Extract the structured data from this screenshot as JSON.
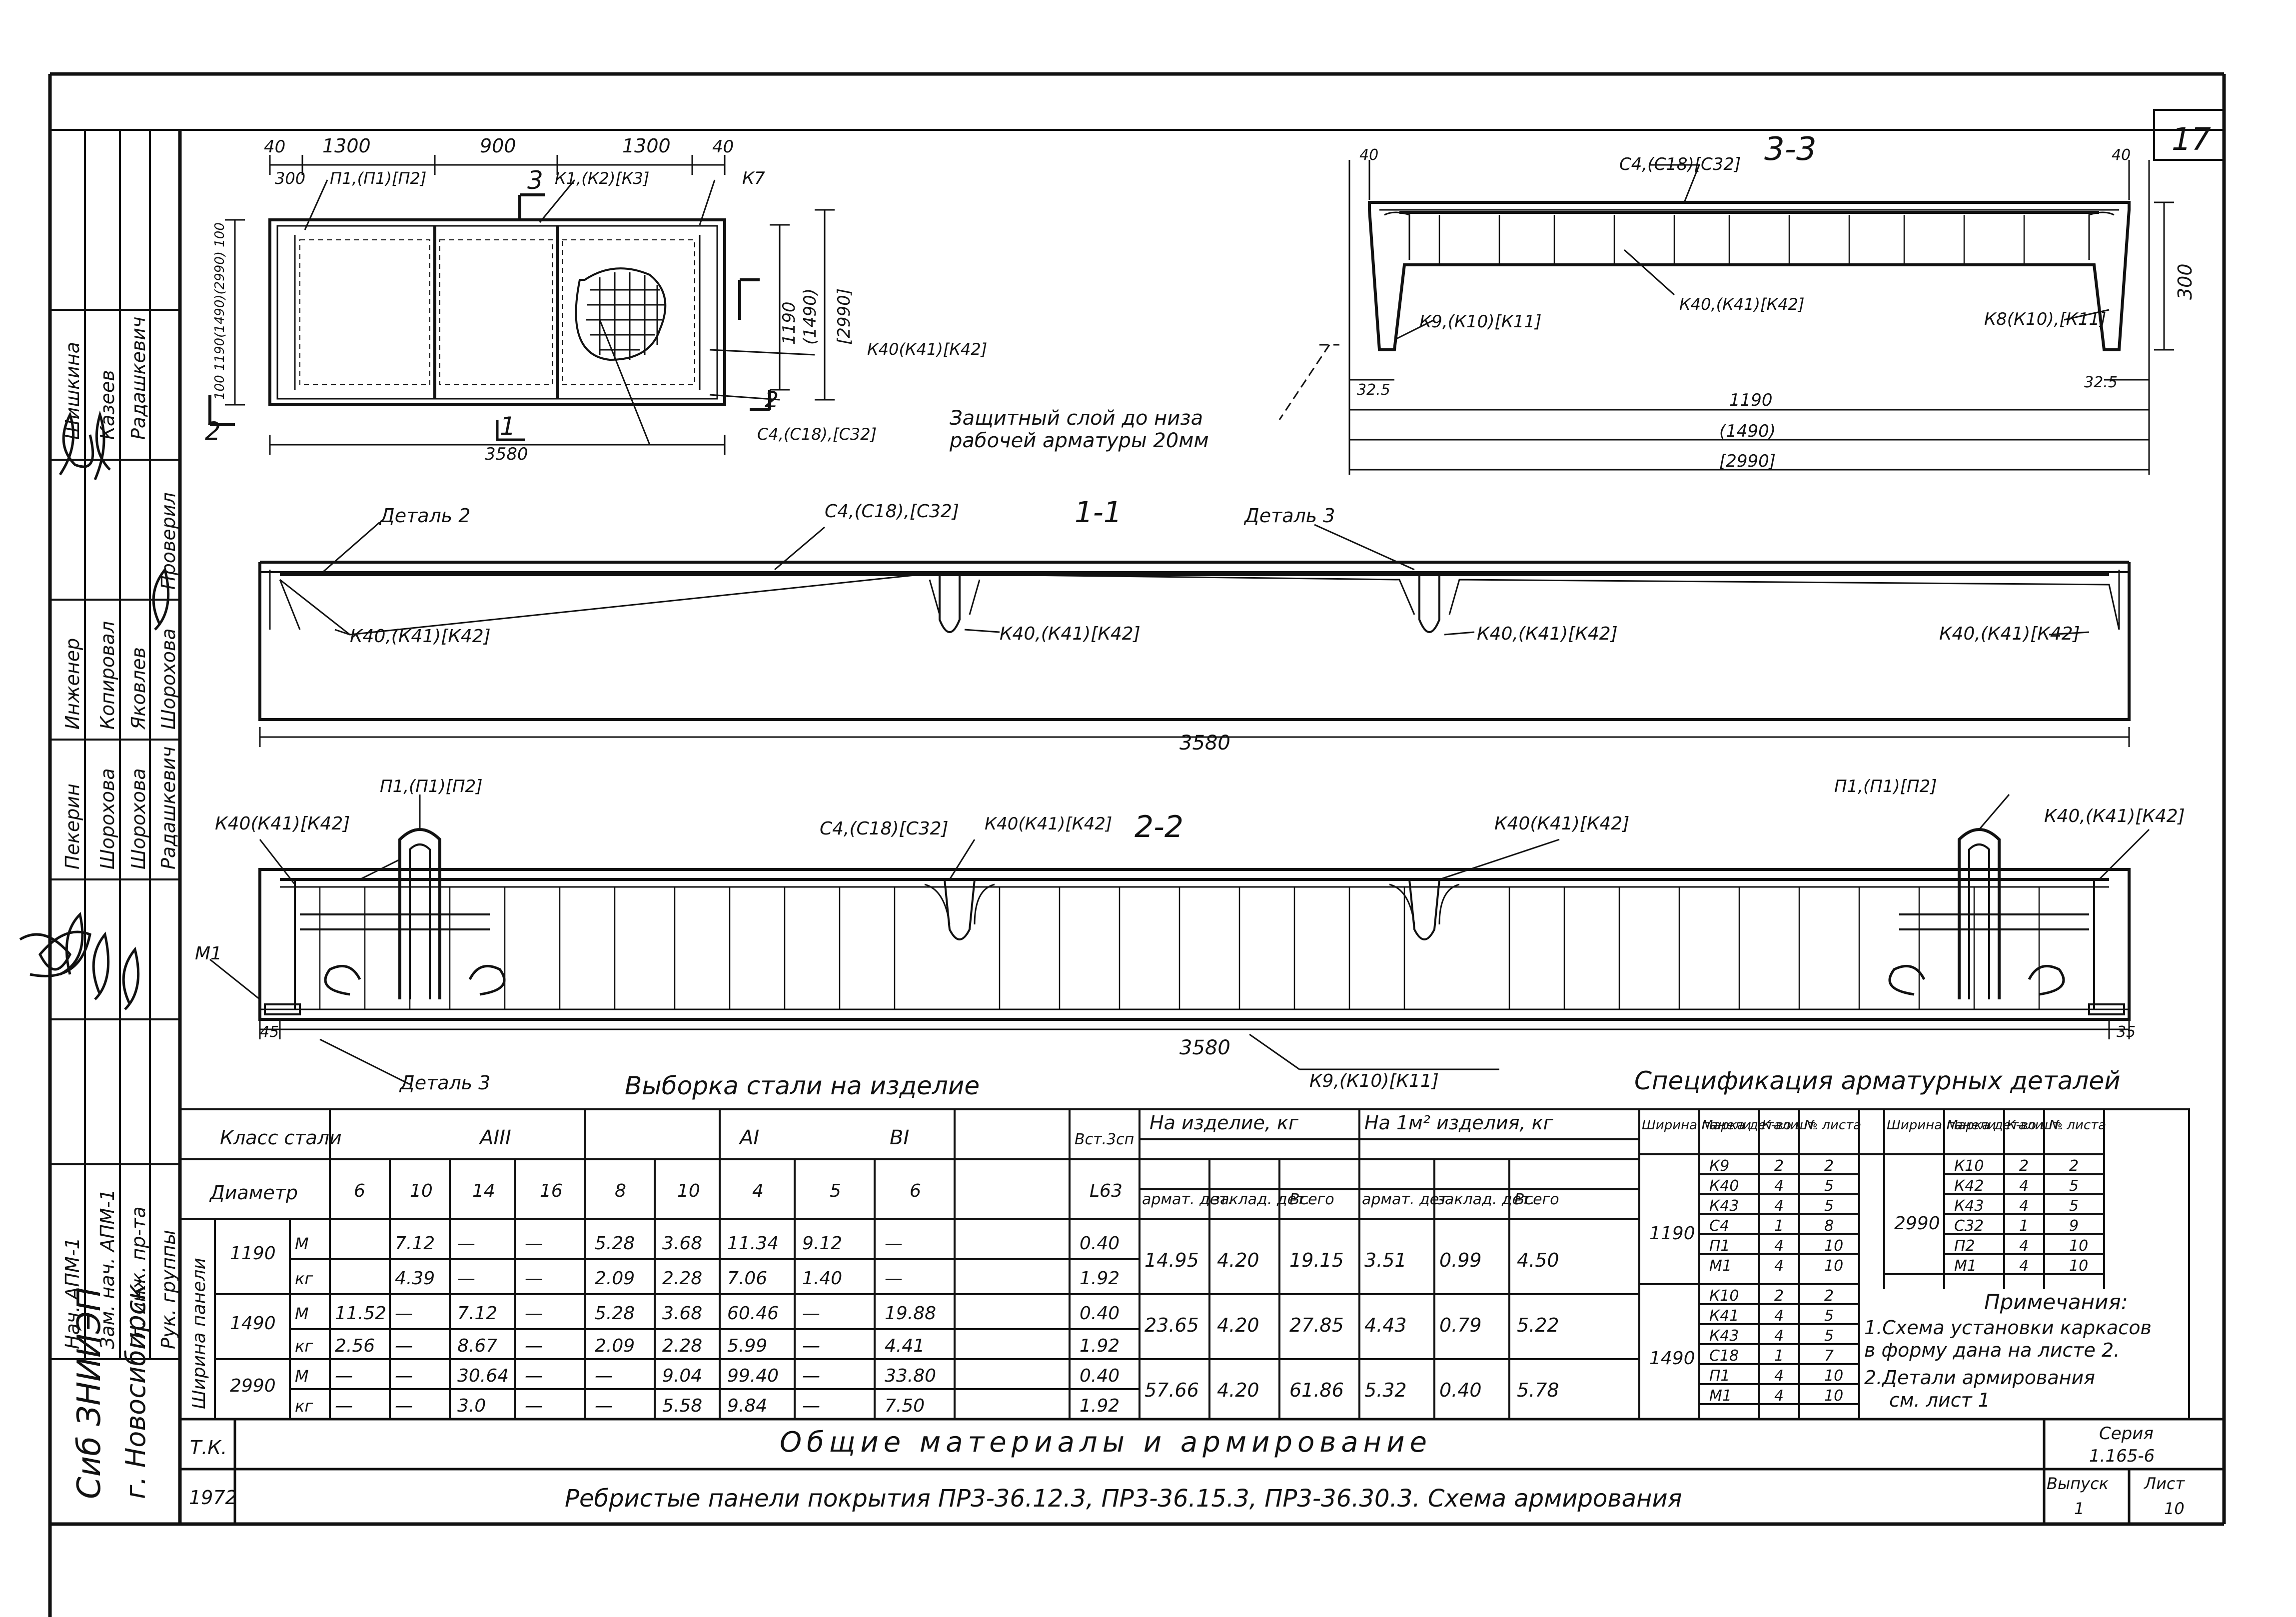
{
  "sheet": {
    "sheet_number_corner": "17",
    "title_line1": "Общие материалы и армирование",
    "title_line2": "Ребристые панели покрытия ПР3-36.12.3, ПР3-36.15.3, ПР3-36.30.3. Схема армирования",
    "tk": "Т.К.",
    "year": "1972",
    "series_label": "Серия",
    "series_value": "1.165-6",
    "issue_label": "Выпуск",
    "issue_value": "1",
    "sheet_label": "Лист",
    "sheet_value": "10",
    "org_line1": "Сиб ЗНИИЭП",
    "org_line2": "г. Новосибирск"
  },
  "side_stamp": [
    {
      "role": "Нач. АПМ-1",
      "name": "Шишкина"
    },
    {
      "role": "Зам. нач. АПМ-1",
      "name": "Казеев"
    },
    {
      "role": "Гл. инж. пр-та",
      "name": "Радашкевич"
    },
    {
      "role": "Рук. группы",
      "name": "Проверил"
    },
    {
      "role": "Инженер",
      "name": "Копировал"
    },
    {
      "role": "Пекерин",
      "name": "Шорохова"
    },
    {
      "role": "Шорохова",
      "name": "Яковлев"
    },
    {
      "role": "Радашкевич",
      "name": "Шорохова"
    }
  ],
  "plan_view": {
    "dims_top": [
      "40",
      "1300",
      "900",
      "1300",
      "40"
    ],
    "dim_300": "300",
    "labels": [
      "П1,(П1)[П2]",
      "К1,(К2)[К3]",
      "К7",
      "3",
      "1",
      "2",
      "С4,(С18),[С32]",
      "К40(К41)[К42]"
    ],
    "dim_1190": "1190",
    "dim_1490": "(1490)",
    "dim_2990": "[2990]",
    "dim_3580": "3580",
    "dim_left": "100 1190(1490)(2990) 100"
  },
  "section_33": {
    "title": "3-3",
    "labels": [
      "С4,(С18)[С32]",
      "К9,(К10)[К11]",
      "К40,(К41)[К42]",
      "К8(К10),[К11]"
    ],
    "dims": [
      "40",
      "40",
      "300",
      "32.5",
      "32.5",
      "1190",
      "(1490)",
      "[2990]"
    ],
    "note": [
      "Защитный слой до низа",
      "рабочей арматуры 20мм"
    ]
  },
  "section_11": {
    "title": "1-1",
    "labels": [
      "Деталь 2",
      "С4,(С18),[С32]",
      "Деталь 3",
      "К40,(К41)[К42]",
      "К40,(К41)[К42]",
      "К40,(К41)[К42]",
      "К40,(К41)[К42]"
    ],
    "dim": "3580"
  },
  "section_22": {
    "title": "2-2",
    "labels": [
      "П1,(П1)[П2]",
      "К40(К41)[К42]",
      "С4,(С18)[С32]",
      "К40(К41)[К42]",
      "К40(К41)[К42]",
      "П1,(П1)[П2]",
      "К40,(К41)[К42]",
      "М1",
      "Деталь 3",
      "К9,(К10)[К11]"
    ],
    "dims": [
      "45",
      "3580",
      "35"
    ]
  },
  "steel_table": {
    "title": "Выборка стали на изделие",
    "head_class": "Класс стали",
    "head_diam": "Диаметр",
    "side_label": "Ширина панели",
    "groups": [
      "AIII",
      "AI",
      "BI",
      "Вст.3сп"
    ],
    "diameters": [
      "6",
      "10",
      "14",
      "16",
      "8",
      "10",
      "4",
      "5",
      "6",
      "L63"
    ],
    "total_head": "На изделие, кг",
    "per_m2_head": "На 1м² изделия, кг",
    "sub_heads": [
      "армат. дет.",
      "заклад. дет.",
      "Всего",
      "армат. дет.",
      "заклад. дет.",
      "Всего"
    ],
    "rows": [
      {
        "width": "1190",
        "unit": "М",
        "cells": [
          "",
          "7.12",
          "—",
          "—",
          "5.28",
          "3.68",
          "11.34",
          "9.12",
          "—",
          "0.40"
        ]
      },
      {
        "width": "",
        "unit": "кг",
        "cells": [
          "",
          "4.39",
          "—",
          "—",
          "2.09",
          "2.28",
          "7.06",
          "1.40",
          "—",
          "1.92"
        ]
      },
      {
        "width": "1490",
        "unit": "М",
        "cells": [
          "11.52",
          "—",
          "7.12",
          "—",
          "5.28",
          "3.68",
          "60.46",
          "—",
          "19.88",
          "0.40"
        ]
      },
      {
        "width": "",
        "unit": "кг",
        "cells": [
          "2.56",
          "—",
          "8.67",
          "—",
          "2.09",
          "2.28",
          "5.99",
          "—",
          "4.41",
          "1.92"
        ]
      },
      {
        "width": "2990",
        "unit": "М",
        "cells": [
          "—",
          "—",
          "30.64",
          "—",
          "—",
          "9.04",
          "99.40",
          "—",
          "33.80",
          "0.40"
        ]
      },
      {
        "width": "",
        "unit": "кг",
        "cells": [
          "—",
          "—",
          "3.0",
          "—",
          "—",
          "5.58",
          "9.84",
          "—",
          "7.50",
          "1.92"
        ]
      }
    ],
    "totals": [
      [
        "14.95",
        "4.20",
        "19.15",
        "3.51",
        "0.99",
        "4.50"
      ],
      [
        "23.65",
        "4.20",
        "27.85",
        "4.43",
        "0.79",
        "5.22"
      ],
      [
        "57.66",
        "4.20",
        "61.86",
        "5.32",
        "0.40",
        "5.78"
      ]
    ]
  },
  "spec_table": {
    "title": "Спецификация арматурных деталей",
    "heads": [
      "Ширина панели",
      "Марка детали",
      "К-во шт.",
      "№ листа"
    ],
    "left_1190": [
      [
        "К9",
        "2",
        "2"
      ],
      [
        "К40",
        "4",
        "5"
      ],
      [
        "К43",
        "4",
        "5"
      ],
      [
        "С4",
        "1",
        "8"
      ],
      [
        "П1",
        "4",
        "10"
      ],
      [
        "М1",
        "4",
        "10"
      ]
    ],
    "left_1490": [
      [
        "К10",
        "2",
        "2"
      ],
      [
        "К41",
        "4",
        "5"
      ],
      [
        "К43",
        "4",
        "5"
      ],
      [
        "С18",
        "1",
        "7"
      ],
      [
        "П1",
        "4",
        "10"
      ],
      [
        "М1",
        "4",
        "10"
      ]
    ],
    "right_2990": [
      [
        "К10",
        "2",
        "2"
      ],
      [
        "К42",
        "4",
        "5"
      ],
      [
        "К43",
        "4",
        "5"
      ],
      [
        "С32",
        "1",
        "9"
      ],
      [
        "П2",
        "4",
        "10"
      ],
      [
        "М1",
        "4",
        "10"
      ]
    ],
    "w1190": "1190",
    "w1490": "1490",
    "w2990": "2990"
  },
  "notes": {
    "title": "Примечания:",
    "lines": [
      "1.Схема установки каркасов",
      "в форму дана на листе 2.",
      "2.Детали армирования",
      "см. лист 1"
    ]
  }
}
